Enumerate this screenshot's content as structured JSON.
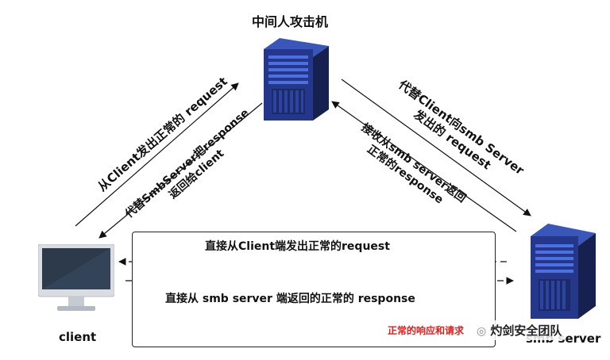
{
  "title": "中间人攻击机",
  "nodes": {
    "client": "client",
    "server": "smb server"
  },
  "edges": {
    "client_request": "从Client发出正常的 request",
    "attacker_response_line1": "代替SmbServer把response",
    "attacker_response_line2": "返回给client",
    "attacker_request_line1": "代替Client向smb Server",
    "attacker_request_line2": "发出的 request",
    "server_response_line1": "接收从smb server返回",
    "server_response_line2": "正常的response"
  },
  "direct": {
    "request": "直接从Client端发出正常的request",
    "response": "直接从 smb server 端返回的正常的 response",
    "note": "正常的响应和请求"
  },
  "watermark": "灼剑安全团队",
  "colors": {
    "server_dark": "#1d2a63",
    "server_light": "#2f4aa8",
    "led": "#3d7bff",
    "note_red": "#e02020"
  }
}
